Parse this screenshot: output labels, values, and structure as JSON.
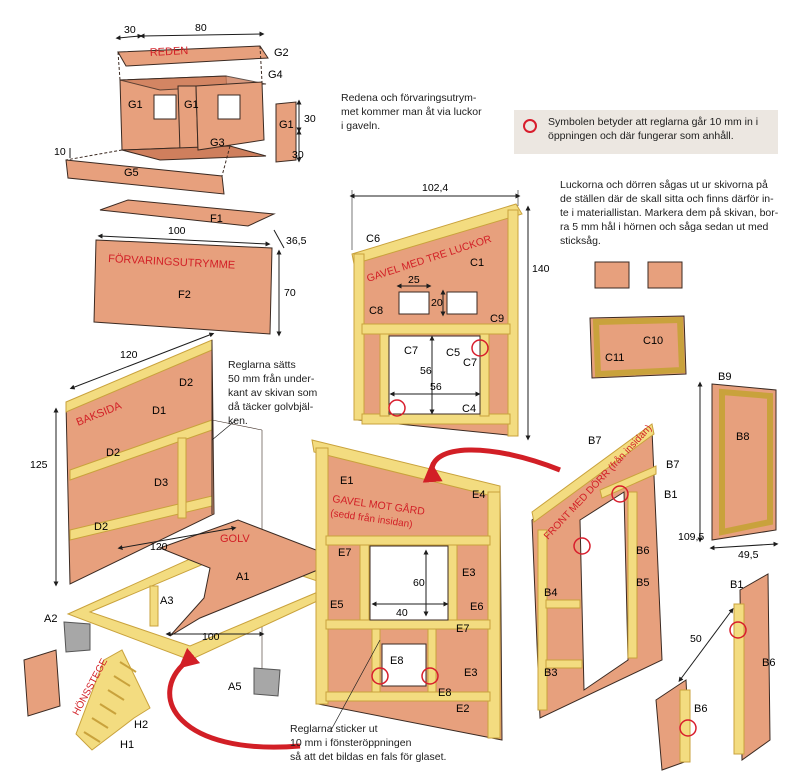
{
  "notes": {
    "redena": "Redena och förvaringsutrym-\nmet kommer man åt via luckor\ni gaveln.",
    "symbol": "Symbolen betyder att reglarna går 10 mm in i öppningen och där fungerar som anhåll.",
    "luckor": "Luckorna och dörren sågas ut ur skivorna på\nde ställen där de skall sitta och finns därför in-\nte i materiallistan. Markera dem på skivan, bor-\nra 5 mm hål i hörnen och såga sedan ut med\nsticksåg.",
    "reglarna_satts": "Reglarna sätts\n50 mm från under-\nkant av skivan som\ndå täcker golvbjäl-\nken.",
    "reglarna_sticker": "Reglarna sticker ut\n10 mm i fönsteröppningen\nså att det bildas en fals för glaset."
  },
  "titles": {
    "reden": "REDEN",
    "forvaring": "FÖRVARINGSUTRYMME",
    "gavel_luckor": "GAVEL MED TRE LUCKOR",
    "baksida": "BAKSIDA",
    "golv": "GOLV",
    "gavel_gard": "GAVEL MOT GÅRD",
    "gavel_gard_sub": "(sedd från insidan)",
    "front": "FRONT MED DÖRR (från insidan)",
    "honsstege": "HÖNSSTEGE"
  },
  "dims": {
    "d30a": "30",
    "d80": "80",
    "d30b": "30",
    "d30c": "30",
    "d10": "10",
    "d100a": "100",
    "d365": "36,5",
    "d70": "70",
    "d1024": "102,4",
    "d140": "140",
    "d25": "25",
    "d20": "20",
    "d56a": "56",
    "d56b": "56",
    "d120a": "120",
    "d125": "125",
    "d120b": "120",
    "d100b": "100",
    "d60": "60",
    "d40": "40",
    "d1095": "109,5",
    "d495": "49,5",
    "d50": "50"
  },
  "labels": {
    "G2": "G2",
    "G4": "G4",
    "G1a": "G1",
    "G1b": "G1",
    "G1c": "G1",
    "G3": "G3",
    "G5": "G5",
    "F1": "F1",
    "F2": "F2",
    "C6": "C6",
    "C1": "C1",
    "C8": "C8",
    "C9": "C9",
    "C5": "C5",
    "C7a": "C7",
    "C7b": "C7",
    "C4": "C4",
    "C10": "C10",
    "C11": "C11",
    "D1": "D1",
    "D2a": "D2",
    "D2b": "D2",
    "D2c": "D2",
    "D3": "D3",
    "A1": "A1",
    "A2": "A2",
    "A3": "A3",
    "A5": "A5",
    "E1": "E1",
    "E4": "E4",
    "E7a": "E7",
    "E7b": "E7",
    "E3a": "E3",
    "E3b": "E3",
    "E5": "E5",
    "E6": "E6",
    "E8a": "E8",
    "E8b": "E8",
    "E2": "E2",
    "B7a": "B7",
    "B7b": "B7",
    "B1a": "B1",
    "B1b": "B1",
    "B6a": "B6",
    "B6b": "B6",
    "B6c": "B6",
    "B5": "B5",
    "B4": "B4",
    "B3": "B3",
    "B9": "B9",
    "B8": "B8",
    "H1": "H1",
    "H2": "H2"
  },
  "colors": {
    "plywood": "#e7a07d",
    "plywood_dark": "#cf7f5d",
    "lumber": "#f3dc80",
    "lumber_edge": "#c9a23c",
    "outline": "#3b2a22",
    "red_title": "#d21f26",
    "red_circle": "#d81d2c",
    "note_bg": "#ece7e1"
  }
}
